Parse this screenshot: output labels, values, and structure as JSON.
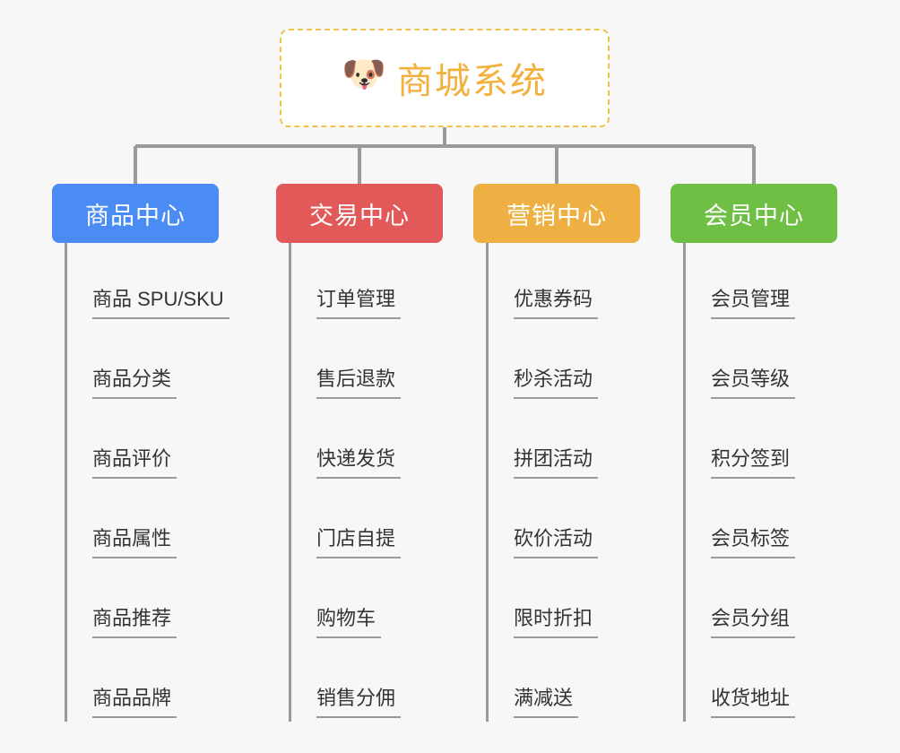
{
  "root": {
    "icon": "shiba-dog-face-emoji",
    "icon_glyph": "🐶",
    "title": "商城系统",
    "accent_color": "#f2b03c",
    "border_style": "dashed"
  },
  "canvas": {
    "background_color": "#f7f7f7",
    "connector_color": "#9a9a9a"
  },
  "branches": [
    {
      "label": "商品中心",
      "color": "#4a8bf4",
      "items": [
        "商品 SPU/SKU",
        "商品分类",
        "商品评价",
        "商品属性",
        "商品推荐",
        "商品品牌"
      ]
    },
    {
      "label": "交易中心",
      "color": "#e2595a",
      "items": [
        "订单管理",
        "售后退款",
        "快递发货",
        "门店自提",
        "购物车",
        "销售分佣"
      ]
    },
    {
      "label": "营销中心",
      "color": "#eeb043",
      "items": [
        "优惠券码",
        "秒杀活动",
        "拼团活动",
        "砍价活动",
        "限时折扣",
        "满减送"
      ]
    },
    {
      "label": "会员中心",
      "color": "#70bf45",
      "items": [
        "会员管理",
        "会员等级",
        "积分签到",
        "会员标签",
        "会员分组",
        "收货地址"
      ]
    }
  ]
}
